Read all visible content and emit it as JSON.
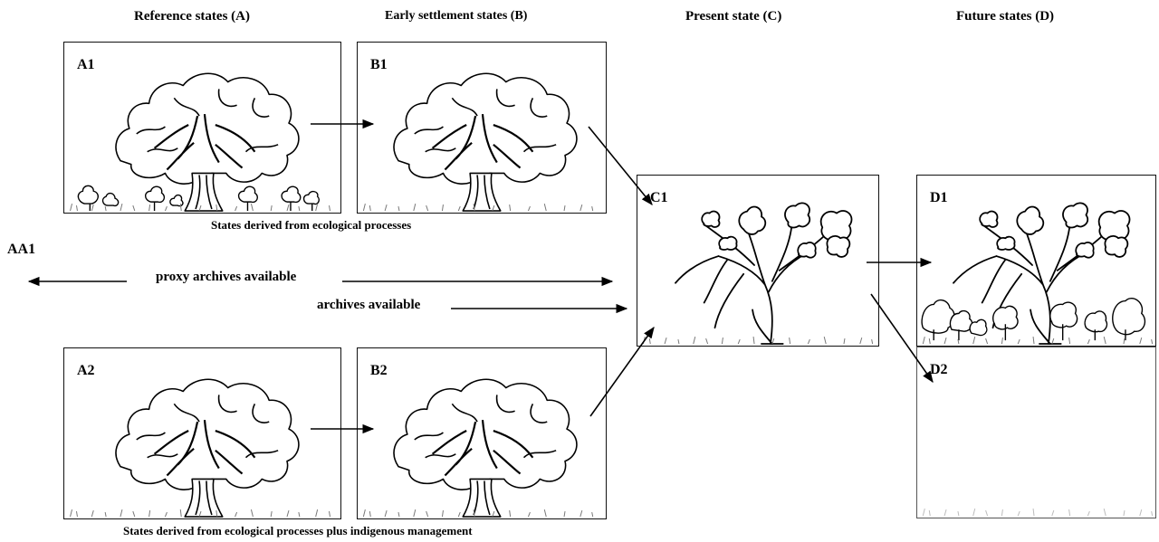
{
  "headers": {
    "a": "Reference states (A)",
    "b": "Early settlement states (B)",
    "c": "Present state (C)",
    "d": "Future states (D)"
  },
  "boxes": {
    "a1": "A1",
    "b1": "B1",
    "a2": "A2",
    "b2": "B2",
    "c1": "C1",
    "d1": "D1",
    "d2": "D2"
  },
  "captions": {
    "top": "States derived from ecological processes",
    "bottom": "States derived from ecological processes plus indigenous management"
  },
  "side_label": "AA1",
  "proxy_text": "proxy archives available",
  "archives_text": "archives available"
}
